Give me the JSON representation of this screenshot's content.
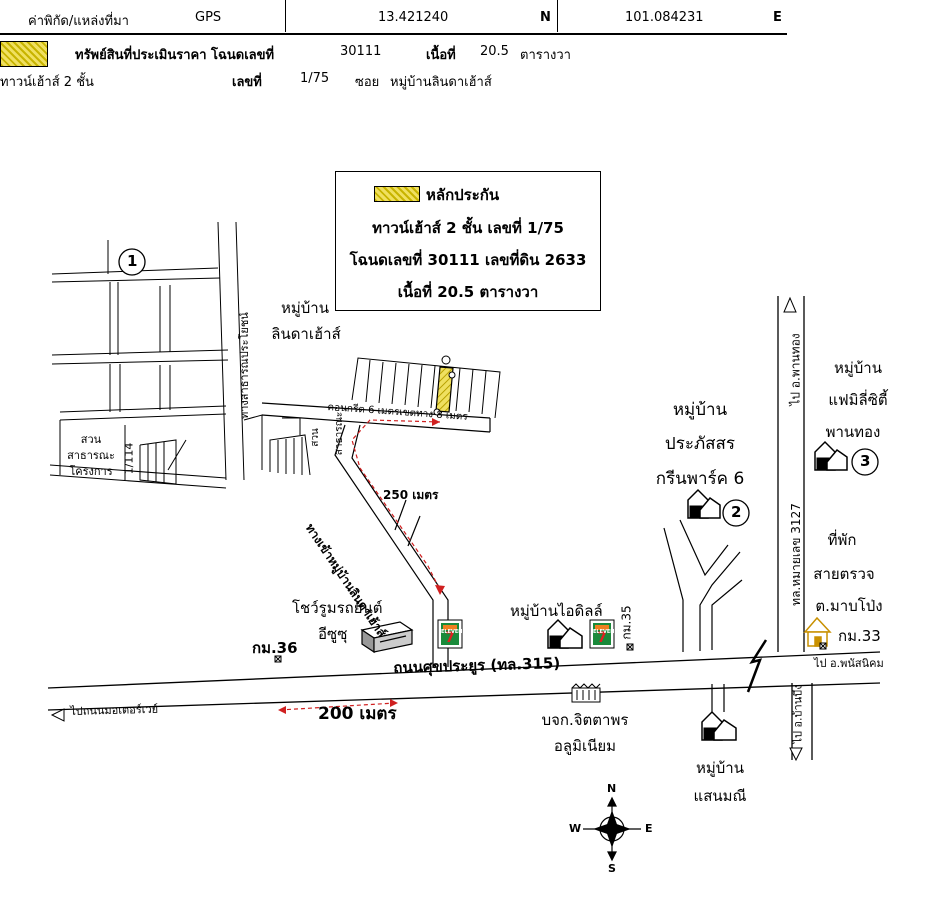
{
  "header": {
    "coord_label": "ค่าพิกัด/แหล่งที่มา",
    "source": "GPS",
    "lat": "13.421240",
    "lat_dir": "N",
    "lon": "101.084231",
    "lon_dir": "E",
    "asset_label": "ทรัพย์สินที่ประเมินราคา โฉนดเลขที่",
    "deed_no": "30111",
    "area_label": "เนื้อที่",
    "area_value": "20.5",
    "area_unit": "ตารางวา",
    "building_type": "ทาวน์เฮ้าส์ 2 ชั้น",
    "no_label": "เลขที่",
    "no_value": "1/75",
    "soi_label": "ซอย",
    "soi_value": "หมู่บ้านลินดาเฮ้าส์"
  },
  "legend": {
    "title": "หลักประกัน",
    "line2": "ทาวน์เฮ้าส์ 2 ชั้น เลขที่ 1/75",
    "line3": "โฉนดเลขที่ 30111 เลขที่ดิน 2633",
    "line4": "เนื้อที่ 20.5 ตารางวา"
  },
  "labels": {
    "lindahouse_1": "หมู่บ้าน",
    "lindahouse_2": "ลินดาเฮ้าส์",
    "public_road": "ทางสาธารณประโยชน์",
    "park_1": "สวน",
    "park_2": "สาธารณะ",
    "park_3": "โครงการ",
    "lot_1114": "1/114",
    "concrete_road": "คอนกรีต 6 เมตรเขตทาง 8 เมตร",
    "public_park_small_1": "สวน",
    "public_park_small_2": "สาธารณะ",
    "village_entrance": "ทางเข้าหมู่บ้านลินดาเฮ้าส์",
    "dist_250": "250 เมตร",
    "isuzu_1": "โชว์รูมรถยนต์",
    "isuzu_2": "อีซูซุ",
    "km36": "กม.36",
    "main_road": "ถนนศุขประยูร (ทล.315)",
    "to_motorway": "ไปถนนมอเตอร์เวย์",
    "dist_200": "200 เมตร",
    "idyll": "หมู่บ้านไอดิลล์",
    "km35": "กม.35",
    "prapasorn_1": "หมู่บ้าน",
    "prapasorn_2": "ประภัสสร",
    "prapasorn_3": "กรีนพาร์ค 6",
    "company_1": "บจก.จิตตาพร",
    "company_2": "อลูมิเนียม",
    "sanmanee_1": "หมู่บ้าน",
    "sanmanee_2": "แสนมณี",
    "to_phanthong": "ไป อ.พานทอง",
    "hwy3127": "ทล.หมายเลข 3127",
    "family_1": "หมู่บ้าน",
    "family_2": "แฟมิลี่ซิตี้",
    "family_3": "พานทอง",
    "police_1": "ที่พัก",
    "police_2": "สายตรวจ",
    "police_3": "ต.มาบโป่ง",
    "km33": "กม.33",
    "to_phanatnikhom": "ไป อ.พนัสนิคม",
    "to_bankhai": "ไป อ.บ้านบึง",
    "seven_label": "ELEVEN",
    "seven_num": "7",
    "num1": "1",
    "num2": "2",
    "num3": "3",
    "compass_n": "N",
    "compass_s": "S",
    "compass_e": "E",
    "compass_w": "W"
  },
  "colors": {
    "hatch": "#d8c42a",
    "route": "#d02020",
    "seven_green": "#1a8a3a",
    "seven_red": "#e02020",
    "seven_orange": "#f08020"
  }
}
